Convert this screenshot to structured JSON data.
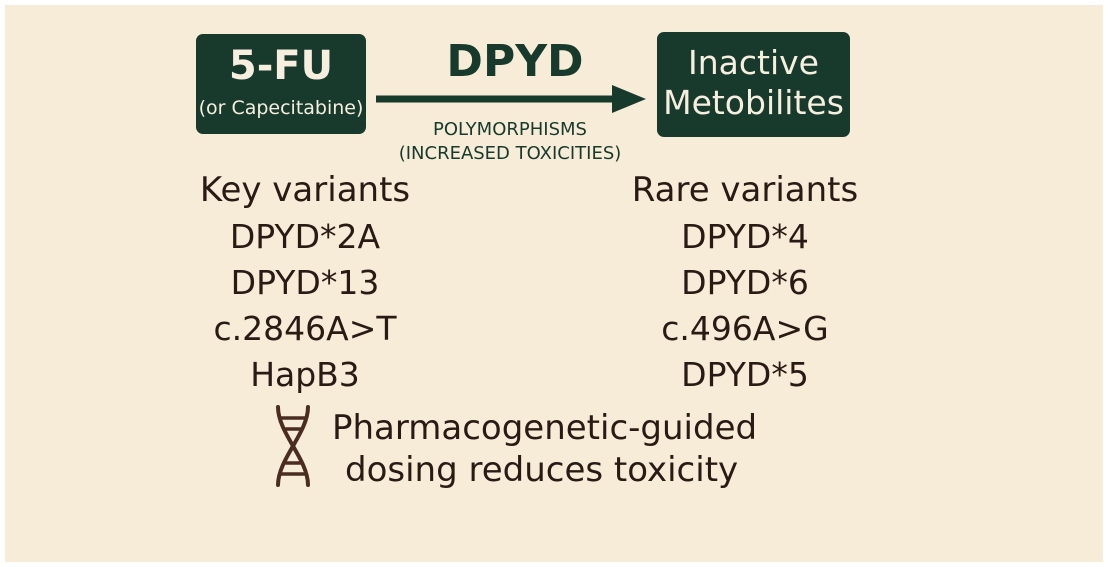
{
  "colors": {
    "background": "#f7ecd8",
    "box_fill": "#173a2c",
    "box_text": "#f6efdf",
    "accent": "#173a2c",
    "text": "#2a1a14"
  },
  "drug": {
    "name": "5-FU",
    "alt": "(or Capecitabine)"
  },
  "enzyme": "DPYD",
  "polymorphisms": {
    "line1": "POLYMORPHISMS",
    "line2": "(INCREASED TOXICITIES)"
  },
  "product": {
    "line1": "Inactive",
    "line2": "Metobilites"
  },
  "key_variants": {
    "heading": "Key variants",
    "items": [
      "DPYD*2A",
      "DPYD*13",
      "c.2846A>T",
      "HapB3"
    ]
  },
  "rare_variants": {
    "heading": "Rare variants",
    "items": [
      "DPYD*4",
      "DPYD*6",
      "c.496A>G",
      "DPYD*5"
    ]
  },
  "note": {
    "icon": "dna-icon",
    "line1": "Pharmacogenetic-guided",
    "line2": "dosing reduces toxicity"
  }
}
